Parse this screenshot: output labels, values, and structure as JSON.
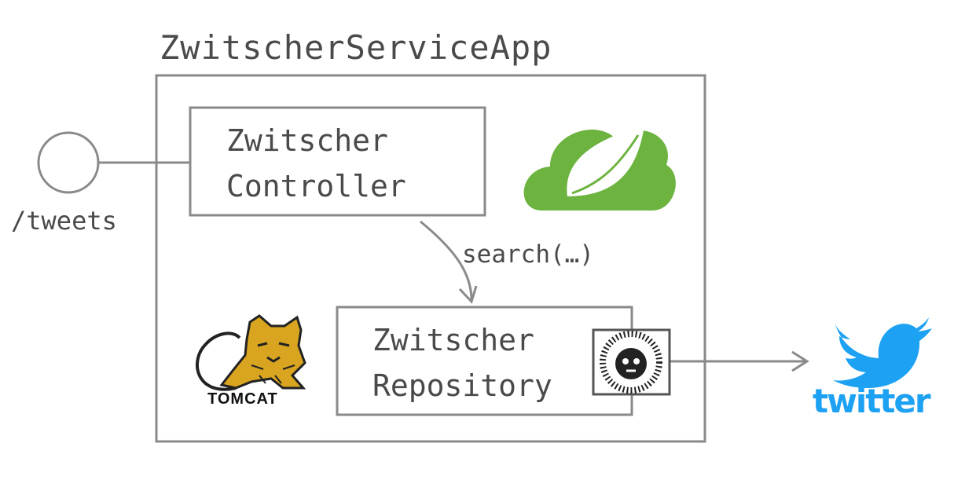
{
  "diagram": {
    "app_title": "ZwitscherServiceApp",
    "controller_box": {
      "line1": "Zwitscher",
      "line2": "Controller"
    },
    "repository_box": {
      "line1": "Zwitscher",
      "line2": "Repository"
    },
    "endpoint_label": "/tweets",
    "call_label": "search(…)",
    "tomcat_text": "TOMCAT",
    "twitter_text": "twitter"
  },
  "colors": {
    "line": "#8a8a8a",
    "spring_green": "#6db33f",
    "twitter_blue": "#1da1f2",
    "tomcat_gold": "#d9a520"
  }
}
